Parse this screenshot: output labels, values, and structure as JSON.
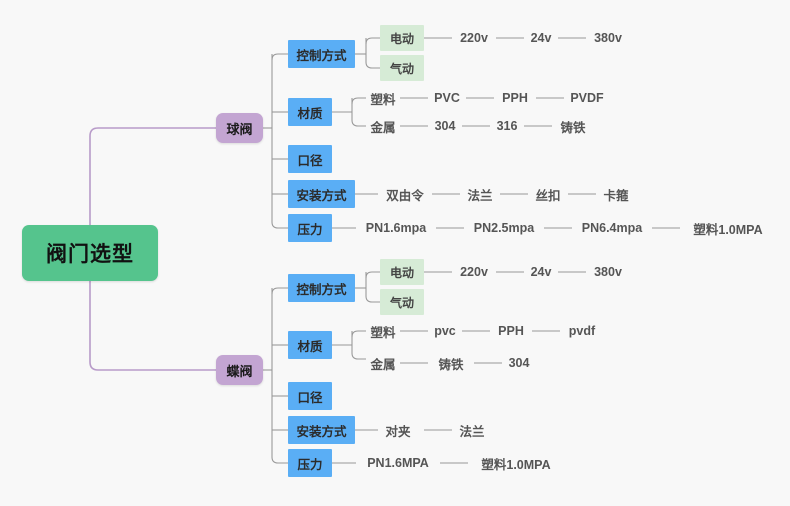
{
  "diagram": {
    "type": "mind-map",
    "background": "#f8f8f8",
    "colors": {
      "root": "#55c48d",
      "branch": "#c3a5d2",
      "level2": "#5aaef5",
      "level3_box": "#d6ebd6",
      "root_link": "#b89bc9",
      "link": "#999999",
      "leaf_text": "#555555"
    },
    "root": {
      "label": "阀门选型"
    },
    "branches": [
      {
        "label": "球阀",
        "children": [
          {
            "label": "控制方式",
            "boxed_children": [
              {
                "label": "电动",
                "leaves": [
                  "220v",
                  "24v",
                  "380v"
                ]
              },
              {
                "label": "气动",
                "leaves": []
              }
            ]
          },
          {
            "label": "材质",
            "sub": [
              {
                "label": "塑料",
                "leaves": [
                  "PVC",
                  "PPH",
                  "PVDF"
                ]
              },
              {
                "label": "金属",
                "leaves": [
                  "304",
                  "316",
                  "铸铁"
                ]
              }
            ]
          },
          {
            "label": "口径",
            "leaves": []
          },
          {
            "label": "安装方式",
            "leaves": [
              "双由令",
              "法兰",
              "丝扣",
              "卡箍"
            ]
          },
          {
            "label": "压力",
            "leaves": [
              "PN1.6mpa",
              "PN2.5mpa",
              "PN6.4mpa",
              "塑料1.0MPA"
            ]
          }
        ]
      },
      {
        "label": "蝶阀",
        "children": [
          {
            "label": "控制方式",
            "boxed_children": [
              {
                "label": "电动",
                "leaves": [
                  "220v",
                  "24v",
                  "380v"
                ]
              },
              {
                "label": "气动",
                "leaves": []
              }
            ]
          },
          {
            "label": "材质",
            "sub": [
              {
                "label": "塑料",
                "leaves": [
                  "pvc",
                  "PPH",
                  "pvdf"
                ]
              },
              {
                "label": "金属",
                "leaves": [
                  "铸铁",
                  "304"
                ]
              }
            ]
          },
          {
            "label": "口径",
            "leaves": []
          },
          {
            "label": "安装方式",
            "leaves": [
              "对夹",
              "法兰"
            ]
          },
          {
            "label": "压力",
            "leaves": [
              "PN1.6MPA",
              "塑料1.0MPA"
            ]
          }
        ]
      }
    ]
  }
}
